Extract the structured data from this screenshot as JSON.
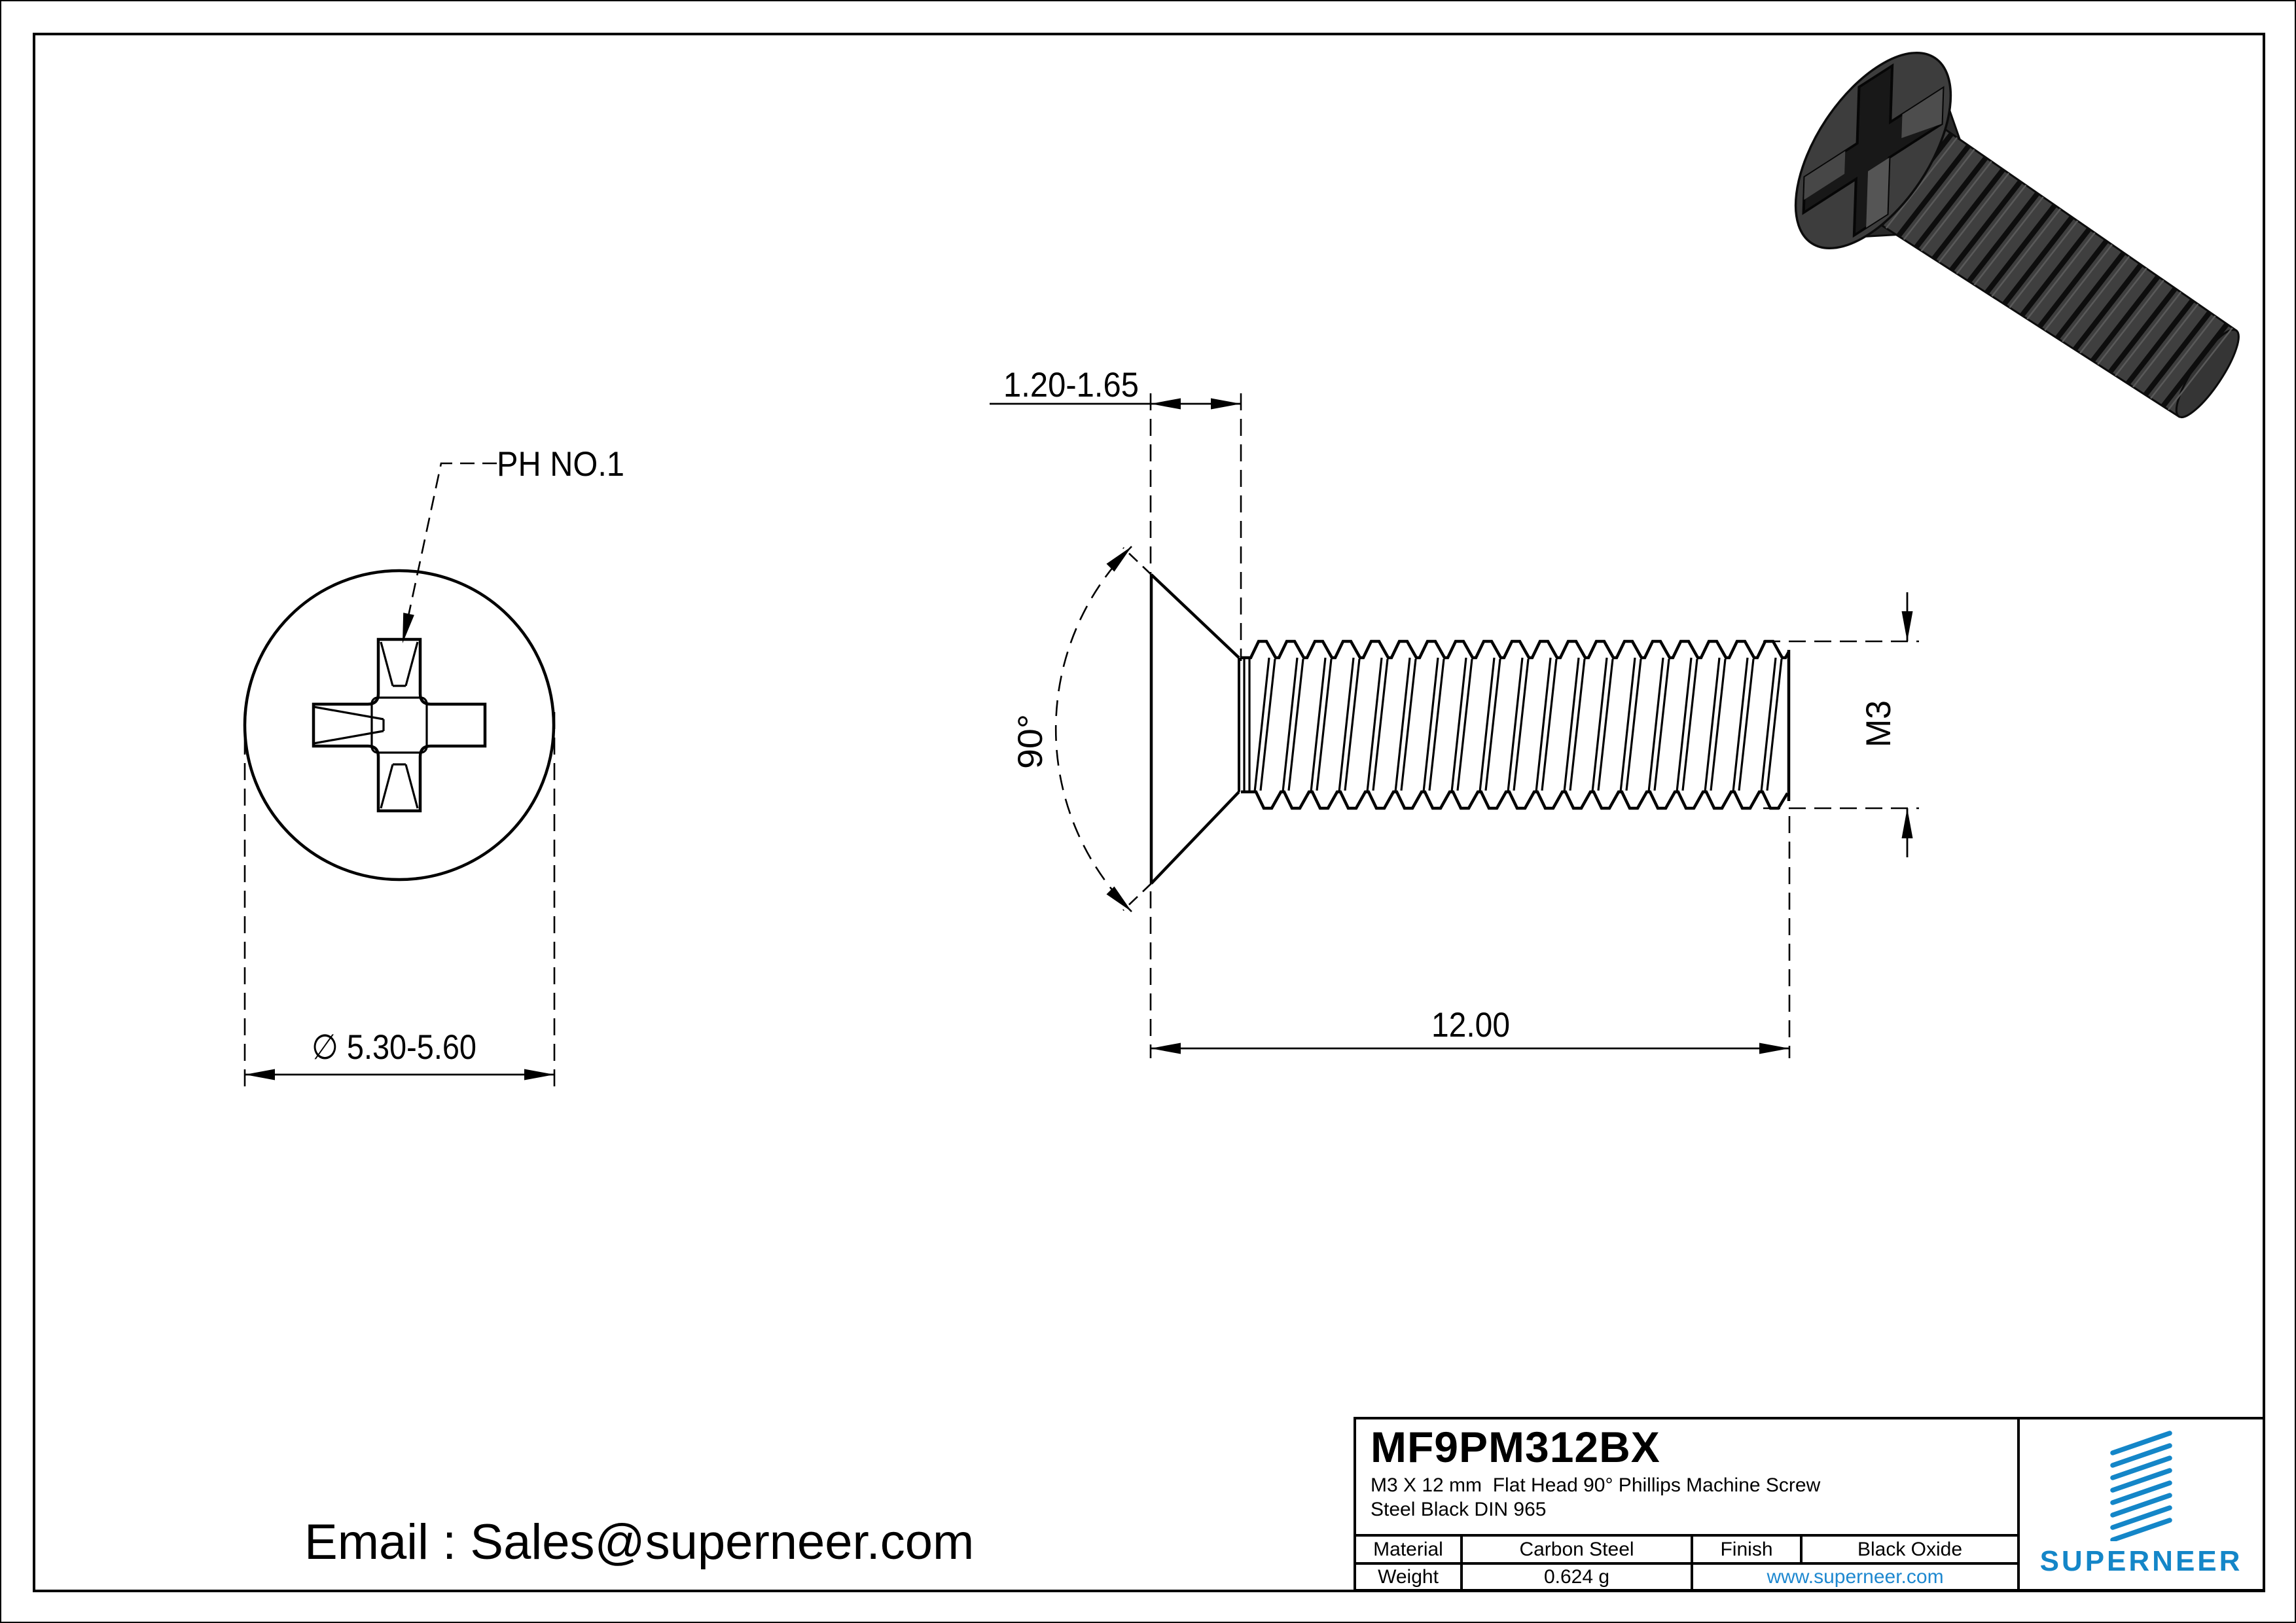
{
  "drawing": {
    "front_view": {
      "recess_label": "PH NO.1",
      "diameter_label": "∅ 5.30-5.60"
    },
    "side_view": {
      "head_height_label": "1.20-1.65",
      "angle_label": "90°",
      "length_label": "12.00",
      "thread_size_label": "M3"
    }
  },
  "footer": {
    "email": "Email : Sales@superneer.com"
  },
  "title_block": {
    "part_number": "MF9PM312BX",
    "description_line1": "M3 X 12 mm  Flat Head 90° Phillips Machine Screw",
    "description_line2": "Steel Black DIN 965",
    "material_label": "Material",
    "material_value": "Carbon Steel",
    "finish_label": "Finish",
    "finish_value": "Black Oxide",
    "weight_label": "Weight",
    "weight_value": "0.624 g",
    "website": "www.superneer.com",
    "brand_name": "SUPERNEER"
  },
  "colors": {
    "brand_blue": "#1486c8",
    "link_blue": "#1e88d0",
    "ink": "#000000",
    "screw_gray": "#3f3f3f"
  }
}
